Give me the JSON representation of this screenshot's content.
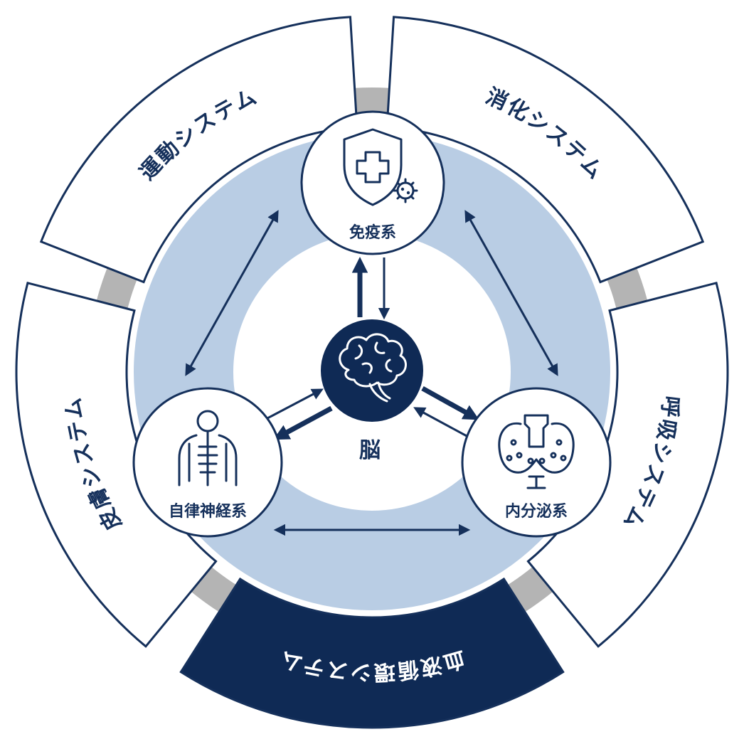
{
  "center": {
    "label": "脳",
    "icon": "brain-icon"
  },
  "nodes": [
    {
      "key": "immune",
      "label": "免疫系",
      "icon": "shield-medical-virus-icon"
    },
    {
      "key": "autonomic",
      "label": "自律神経系",
      "icon": "skeleton-nervous-icon"
    },
    {
      "key": "endocrine",
      "label": "内分泌系",
      "icon": "thyroid-icon"
    }
  ],
  "segments": [
    {
      "key": "motor",
      "label": "運動システム",
      "highlight": false
    },
    {
      "key": "digestive",
      "label": "消化システム",
      "highlight": false
    },
    {
      "key": "respiratory",
      "label": "呼吸システム",
      "highlight": false
    },
    {
      "key": "circulatory",
      "label": "血液循環システム",
      "highlight": true
    },
    {
      "key": "skin",
      "label": "皮膚システム",
      "highlight": false
    }
  ],
  "colors": {
    "navy": "#15305b",
    "navy_dark": "#0f2a55",
    "light_blue": "#b9cde4",
    "gap_gray": "#b4b4b4",
    "white": "#ffffff"
  }
}
